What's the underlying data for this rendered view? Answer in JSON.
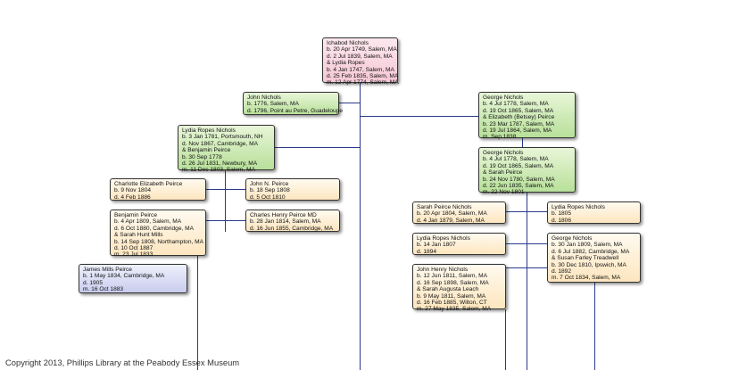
{
  "people": {
    "ichabod": [
      "Ichabod Nichols",
      "b. 20 Apr 1749, Salem, MA",
      "d. 2 Jul 1839, Salem, MA",
      "& Lydia Ropes",
      "b. 4 Jan 1747, Salem, MA",
      "d. 25 Feb 1835, Salem, MA",
      "m. 12 Apr 1774, Salem, MA"
    ],
    "john_nichols": [
      "John Nichols",
      "b. 1776, Salem, MA",
      "d. 1796, Point au Petre, Guadeloupe"
    ],
    "lydia_ropes_nichols": [
      "Lydia Ropes Nichols",
      "b. 3 Jan 1781, Portsmouth, NH",
      "d. Nov 1867, Cambridge, MA",
      "& Benjamin Peirce",
      "b. 30 Sep 1778",
      "d. 26 Jul 1831, Newbury, MA",
      "m. 11 Dec 1803, Salem, MA"
    ],
    "charlotte": [
      "Charlotte Elizabeth Peirce",
      "b. 9 Nov 1804",
      "d. 4 Feb 1886"
    ],
    "john_peirce": [
      "John N. Peirce",
      "b. 18 Sep 1808",
      "d. 5 Oct 1810"
    ],
    "benjamin_peirce": [
      "Benjamin Peirce",
      "b. 4 Apr 1809, Salem, MA",
      "d. 6 Oct 1880, Cambridge, MA",
      "& Sarah Hunt Mills",
      "b. 14 Sep 1808, Northampton, MA",
      "d. 10 Oct 1887",
      "m. 23 Jul 1833"
    ],
    "charles_peirce": [
      "Charles Henry Peirce MD",
      "b. 28 Jan 1814, Salem, MA",
      "d. 16 Jun 1855, Cambridge, MA"
    ],
    "james_mills": [
      "James Mills Peirce",
      "b. 1 May 1834, Cambridge, MA",
      "d. 1905",
      "m. 16 Oct 1883"
    ],
    "george_1": [
      "George Nichols",
      "b. 4 Jul 1778, Salem, MA",
      "d. 19 Oct 1865, Salem, MA",
      "& Elizabeth (Betsey) Peirce",
      "b. 23 Mar 1787, Salem, MA",
      "d. 19 Jul 1864, Salem, MA",
      "m. Sep 1838"
    ],
    "george_2": [
      "George Nichols",
      "b. 4 Jul 1778, Salem, MA",
      "d. 19 Oct 1865, Salem, MA",
      "& Sarah Peirce",
      "b. 24 Nov 1780, Salem, MA",
      "d. 22 Jun 1835, Salem, MA",
      "m. 22 Nov 1801"
    ],
    "sarah_peirce_nichols": [
      "Sarah Peirce Nichols",
      "b. 20 Apr 1804, Salem, MA",
      "d. 4 Jan 1879, Salem, MA"
    ],
    "lydia_ropes_nichols_2": [
      "Lydia Ropes Nichols",
      "b. 1805",
      "d. 1806"
    ],
    "lydia_ropes_nichols_3": [
      "Lydia Ropes Nichols",
      "b. 14 Jan 1807",
      "d. 1894"
    ],
    "george_3": [
      "George Nichols",
      "b. 30 Jan 1809, Salem, MA",
      "d. 6 Jul 1882, Cambridge, MA",
      "& Susan Farley Treadwell",
      "b. 30 Dec 1810, Ipswich, MA",
      "d. 1892",
      "m. 7 Oct 1834, Salem, MA"
    ],
    "john_henry": [
      "John Henry Nichols",
      "b. 12 Jun 1811, Salem, MA",
      "d. 16 Sep 1898, Salem, MA",
      "& Sarah Augusta Leach",
      "b. 9 May 1811, Salem, MA",
      "d. 16 Feb 1885, Wilton, CT",
      "m. 27 May 1835, Salem, MA"
    ]
  },
  "colors": {
    "connector": "#2a3a8c",
    "pink": "#f5c8d6",
    "green": "#b8e09a",
    "yellow": "#fde6bf",
    "blue": "#c9cdee"
  },
  "footer": "Copyright 2013, Phillips Library at the Peabody Essex Museum"
}
